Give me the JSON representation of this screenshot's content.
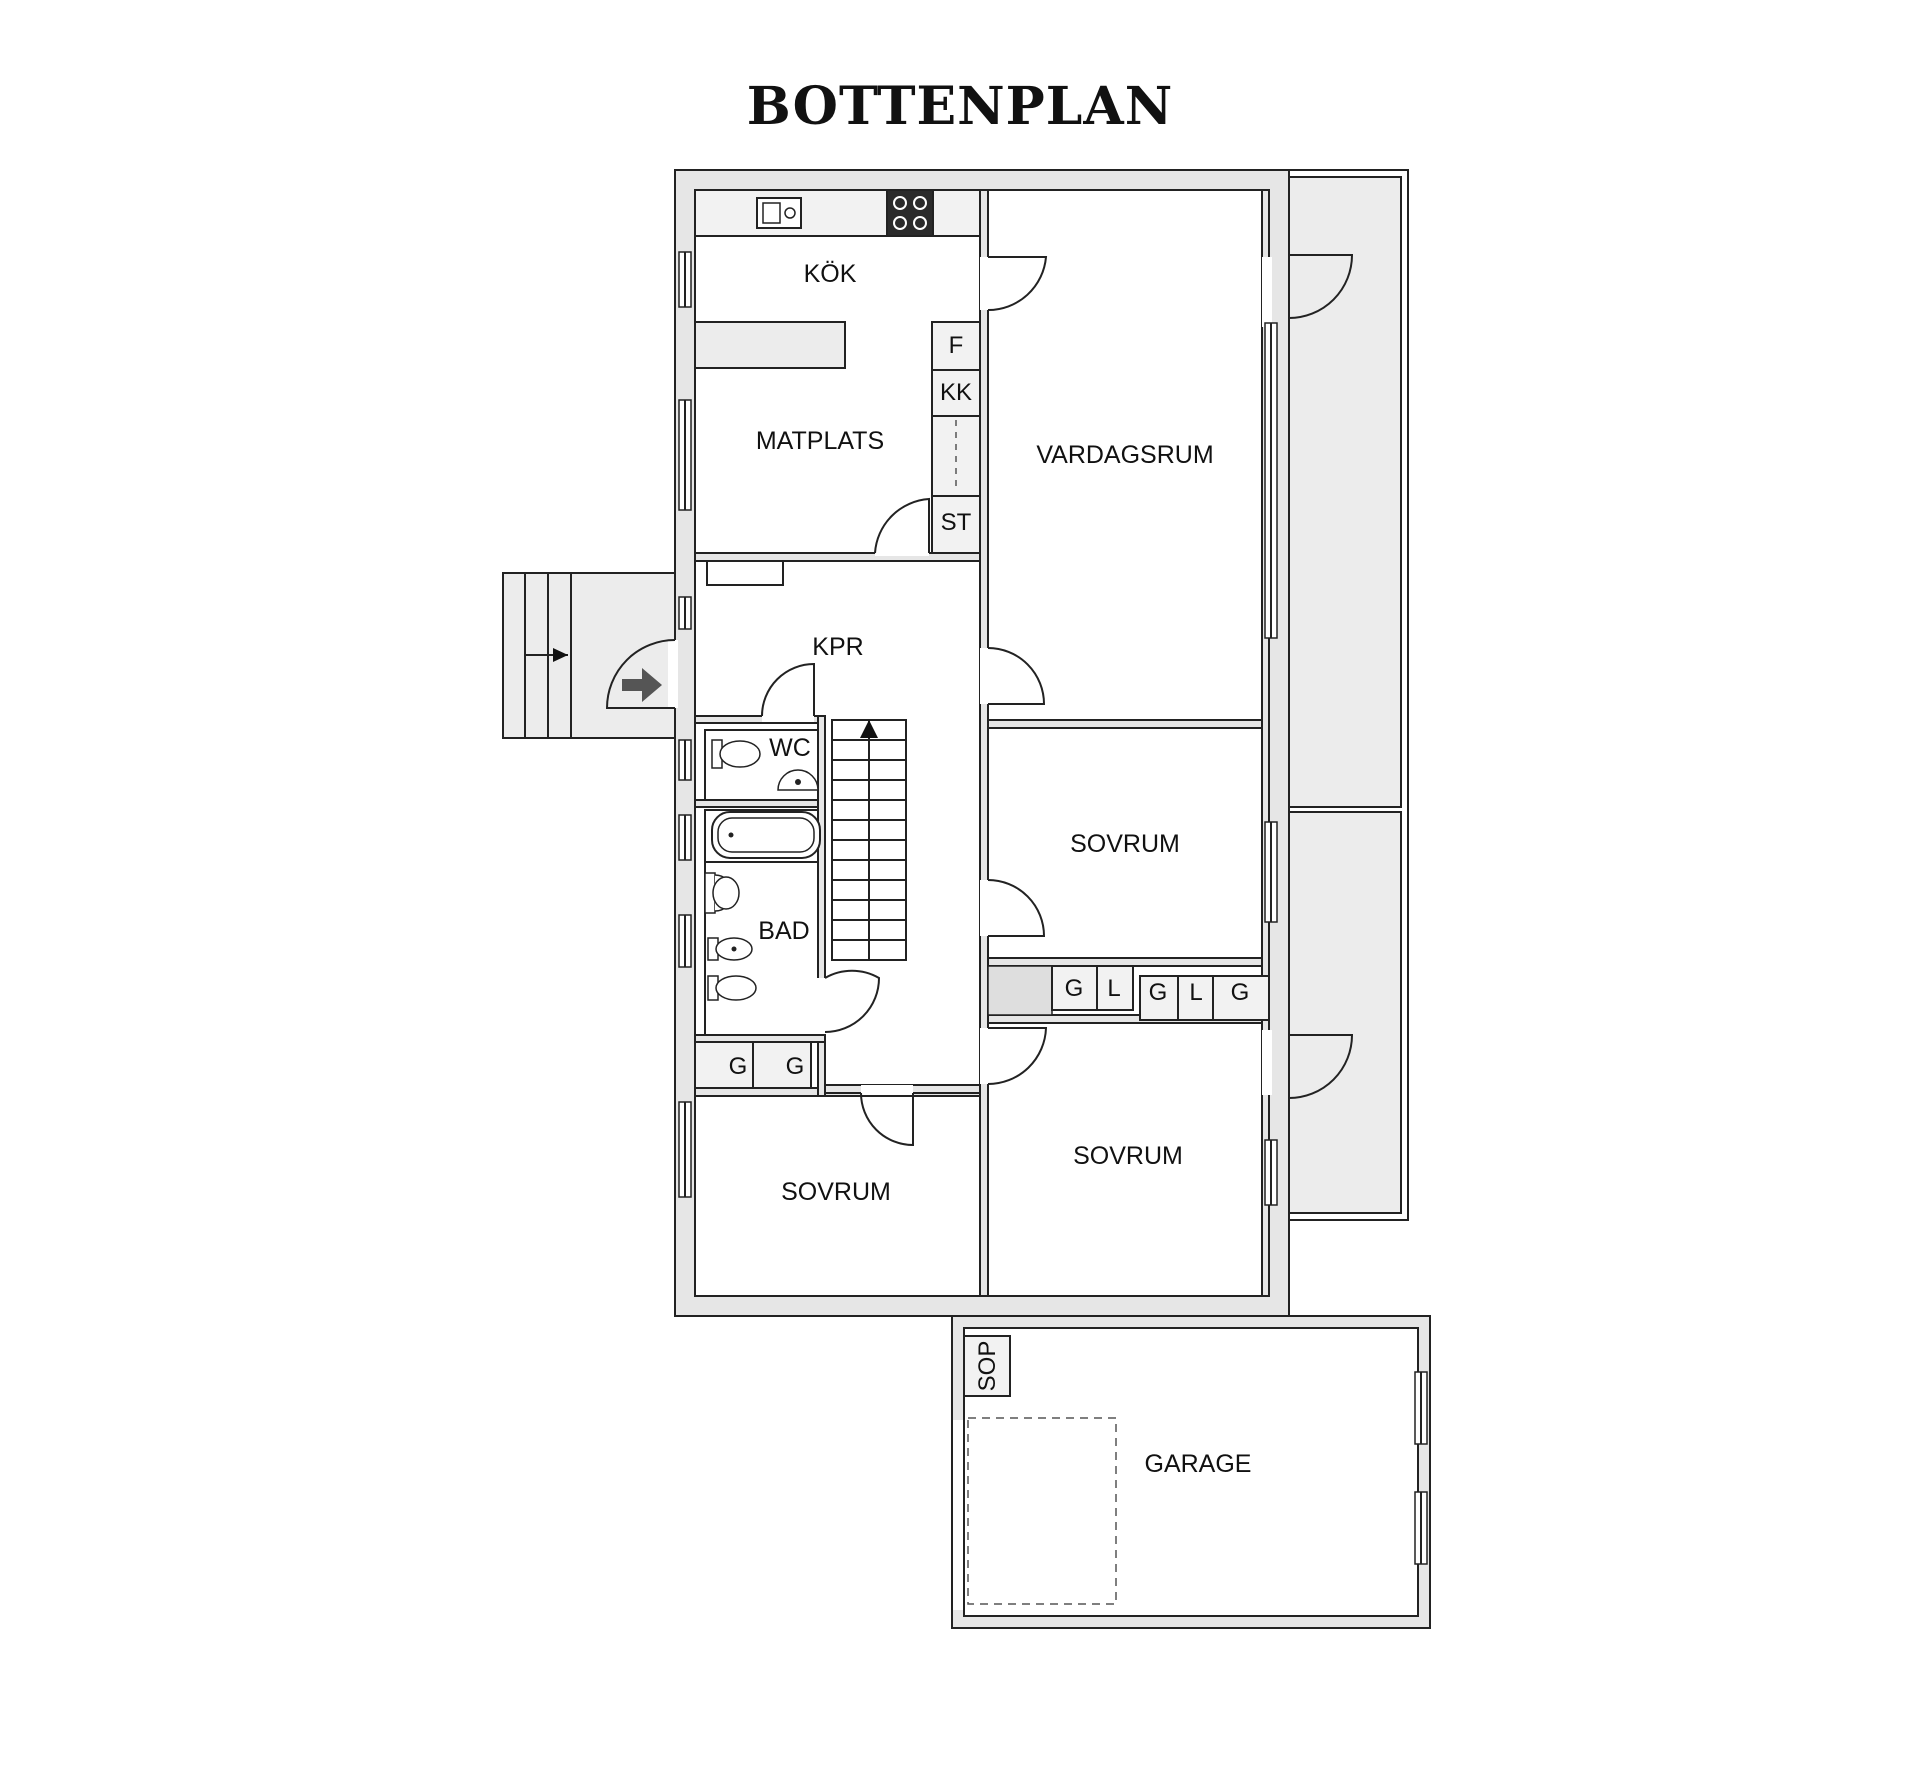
{
  "title": "BOTTENPLAN",
  "rooms": {
    "kok": "KÖK",
    "matplats": "MATPLATS",
    "vardagsrum": "VARDAGSRUM",
    "kpr": "KPR",
    "wc": "WC",
    "bad": "BAD",
    "sovrum_1": "SOVRUM",
    "sovrum_2": "SOVRUM",
    "sovrum_3": "SOVRUM",
    "garage": "GARAGE"
  },
  "fixtures": {
    "f": "F",
    "kk": "KK",
    "st": "ST",
    "sop": "SOP",
    "closets_hall": [
      "G",
      "G"
    ],
    "closets_bedroom_a": [
      "G",
      "L"
    ],
    "closets_bedroom_b": [
      "G",
      "L",
      "G"
    ]
  },
  "colors": {
    "wall_fill": "#e6e6e6",
    "line": "#222222",
    "floor": "#ffffff",
    "entrance_arrow": "#555555"
  }
}
